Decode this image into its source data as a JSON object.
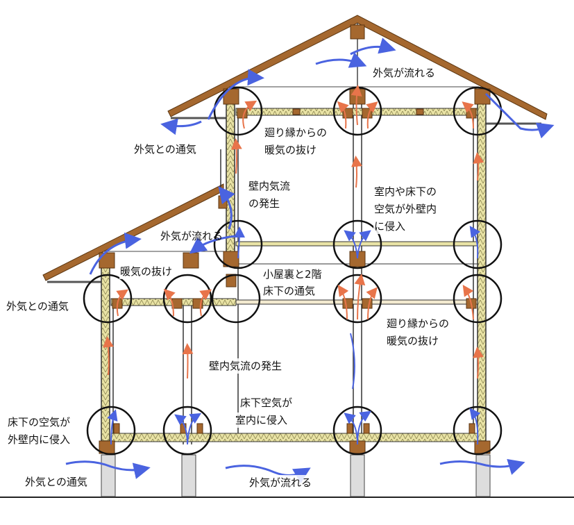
{
  "colors": {
    "wood": "#a5682f",
    "insulation": "#e9e3a5",
    "outdoor_air": "#4a63e0",
    "warm_air": "#e8744a",
    "circle": "#111111"
  },
  "labels": {
    "outdoor_flow_top": "外気が流れる",
    "outdoor_vent_upper_left": "外気との通気",
    "rim_warm_upper_1": "廻り縁からの",
    "rim_warm_upper_2": "暖気の抜け",
    "wall_airflow_upper_1": "壁内気流",
    "wall_airflow_upper_2": "の発生",
    "indoor_to_wall_1": "室内や床下の",
    "indoor_to_wall_2": "空気が外壁内",
    "indoor_to_wall_3": "に侵入",
    "outdoor_flow_lower_roof": "外気が流れる",
    "warm_escape": "暖気の抜け",
    "attic_2f_vent_1": "小屋裏と2階",
    "attic_2f_vent_2": "床下の通気",
    "outdoor_vent_left": "外気との通気",
    "rim_warm_lower_1": "廻り縁からの",
    "rim_warm_lower_2": "暖気の抜け",
    "wall_airflow_lower": "壁内気流の発生",
    "underfloor_to_indoor_1": "床下空気が",
    "underfloor_to_indoor_2": "室内に侵入",
    "underfloor_to_wall_1": "床下の空気が",
    "underfloor_to_wall_2": "外壁内に侵入",
    "outdoor_vent_bottom": "外気との通気",
    "outdoor_flow_bottom": "外気が流れる"
  }
}
